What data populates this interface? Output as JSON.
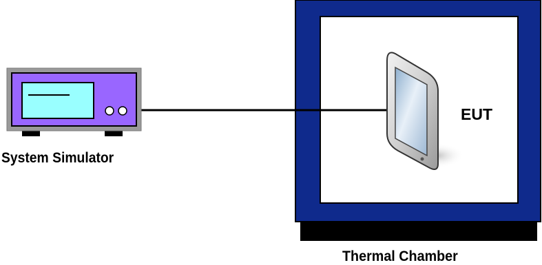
{
  "diagram": {
    "system_simulator_label": "System Simulator",
    "eut_label": "EUT",
    "thermal_chamber_label": "Thermal Chamber"
  },
  "colors": {
    "chamber_frame": "#0f2a8c",
    "chamber_base": "#000000",
    "simulator_body": "#9966ff",
    "simulator_screen": "#99ffff",
    "cable": "#000000",
    "device_screen": "#c9dcec"
  },
  "icons": [
    "system-simulator-icon",
    "tablet-device-icon",
    "thermal-chamber-icon"
  ]
}
